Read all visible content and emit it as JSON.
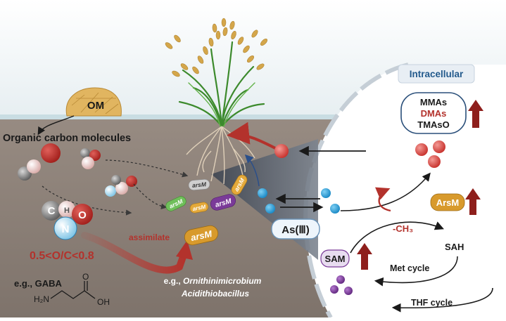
{
  "labels": {
    "om": "OM",
    "organic_carbon": "Organic  carbon molecules",
    "atom_c": "C",
    "atom_h": "H",
    "atom_o": "O",
    "atom_n": "N",
    "ratio": "0.5<O/C<0.8",
    "example_gaba": "e.g., GABA",
    "gaba_h2n": "H₂N",
    "gaba_o": "O",
    "gaba_oh": "OH",
    "assimilate": "assimilate",
    "arsm_gene": "arsM",
    "example_prefix": "e.g.,",
    "microbe_1": "Ornithinimicrobium",
    "microbe_2": "Acidithiobacillus",
    "as3": "As(Ⅲ)",
    "intracellular": "Intracellular",
    "mmas": "MMAs",
    "dmas": "DMAs",
    "tmaso": "TMAsO",
    "arsm_protein": "ArsM",
    "ch3": "-CH₃",
    "sah": "SAH",
    "sam": "SAM",
    "met_cycle": "Met cycle",
    "thf_cycle": "THF cycle"
  },
  "colors": {
    "sky": "#eef4f6",
    "soil": "#8b8078",
    "cell": "#ffffff",
    "accent_red": "#b3322c",
    "arsenic_blue": "#2b9fd6",
    "arsm_gold": "#d89a2c",
    "sam_purple": "#7a3a98",
    "intracellular_blue": "#235a8c"
  }
}
